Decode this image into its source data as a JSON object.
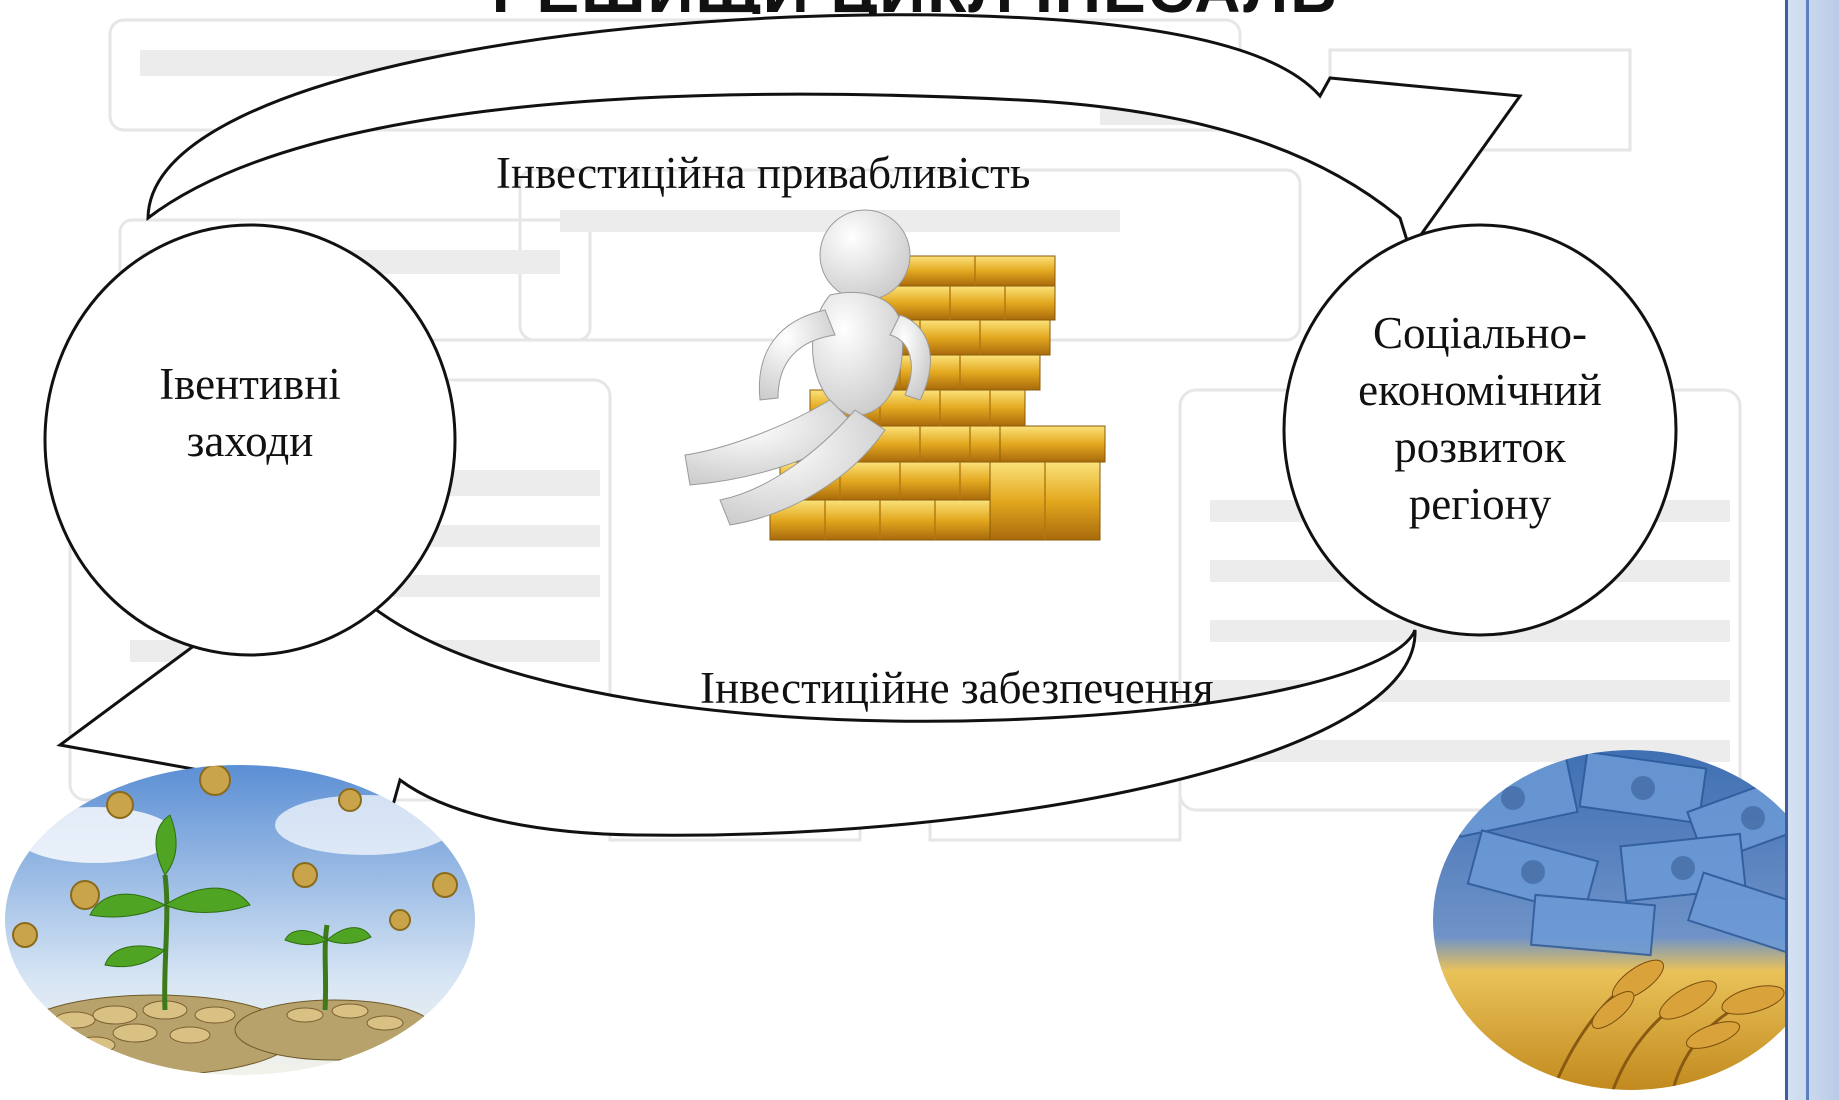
{
  "title": "РЕШИЩИ ЦИКЛ ІНЕСАЛЬ",
  "labels": {
    "top_arrow": "Інвестиційна привабливість",
    "bottom_arrow": "Інвестиційне забезпечення"
  },
  "left_oval": {
    "line1": "Івентивні",
    "line2": "заходи"
  },
  "right_oval": {
    "line1": "Соціально-",
    "line2": "економічний",
    "line3": "розвиток",
    "line4": "регіону"
  },
  "images": {
    "center": "businessman-on-gold-bars",
    "bottom_left": "plant-growing-from-coins",
    "bottom_right": "dollars-and-wheat"
  },
  "colors": {
    "outline": "#111111",
    "gold": "#d9a21f",
    "sidebar": "#b7c9e6",
    "sidebar_line": "#3b5f9f"
  }
}
